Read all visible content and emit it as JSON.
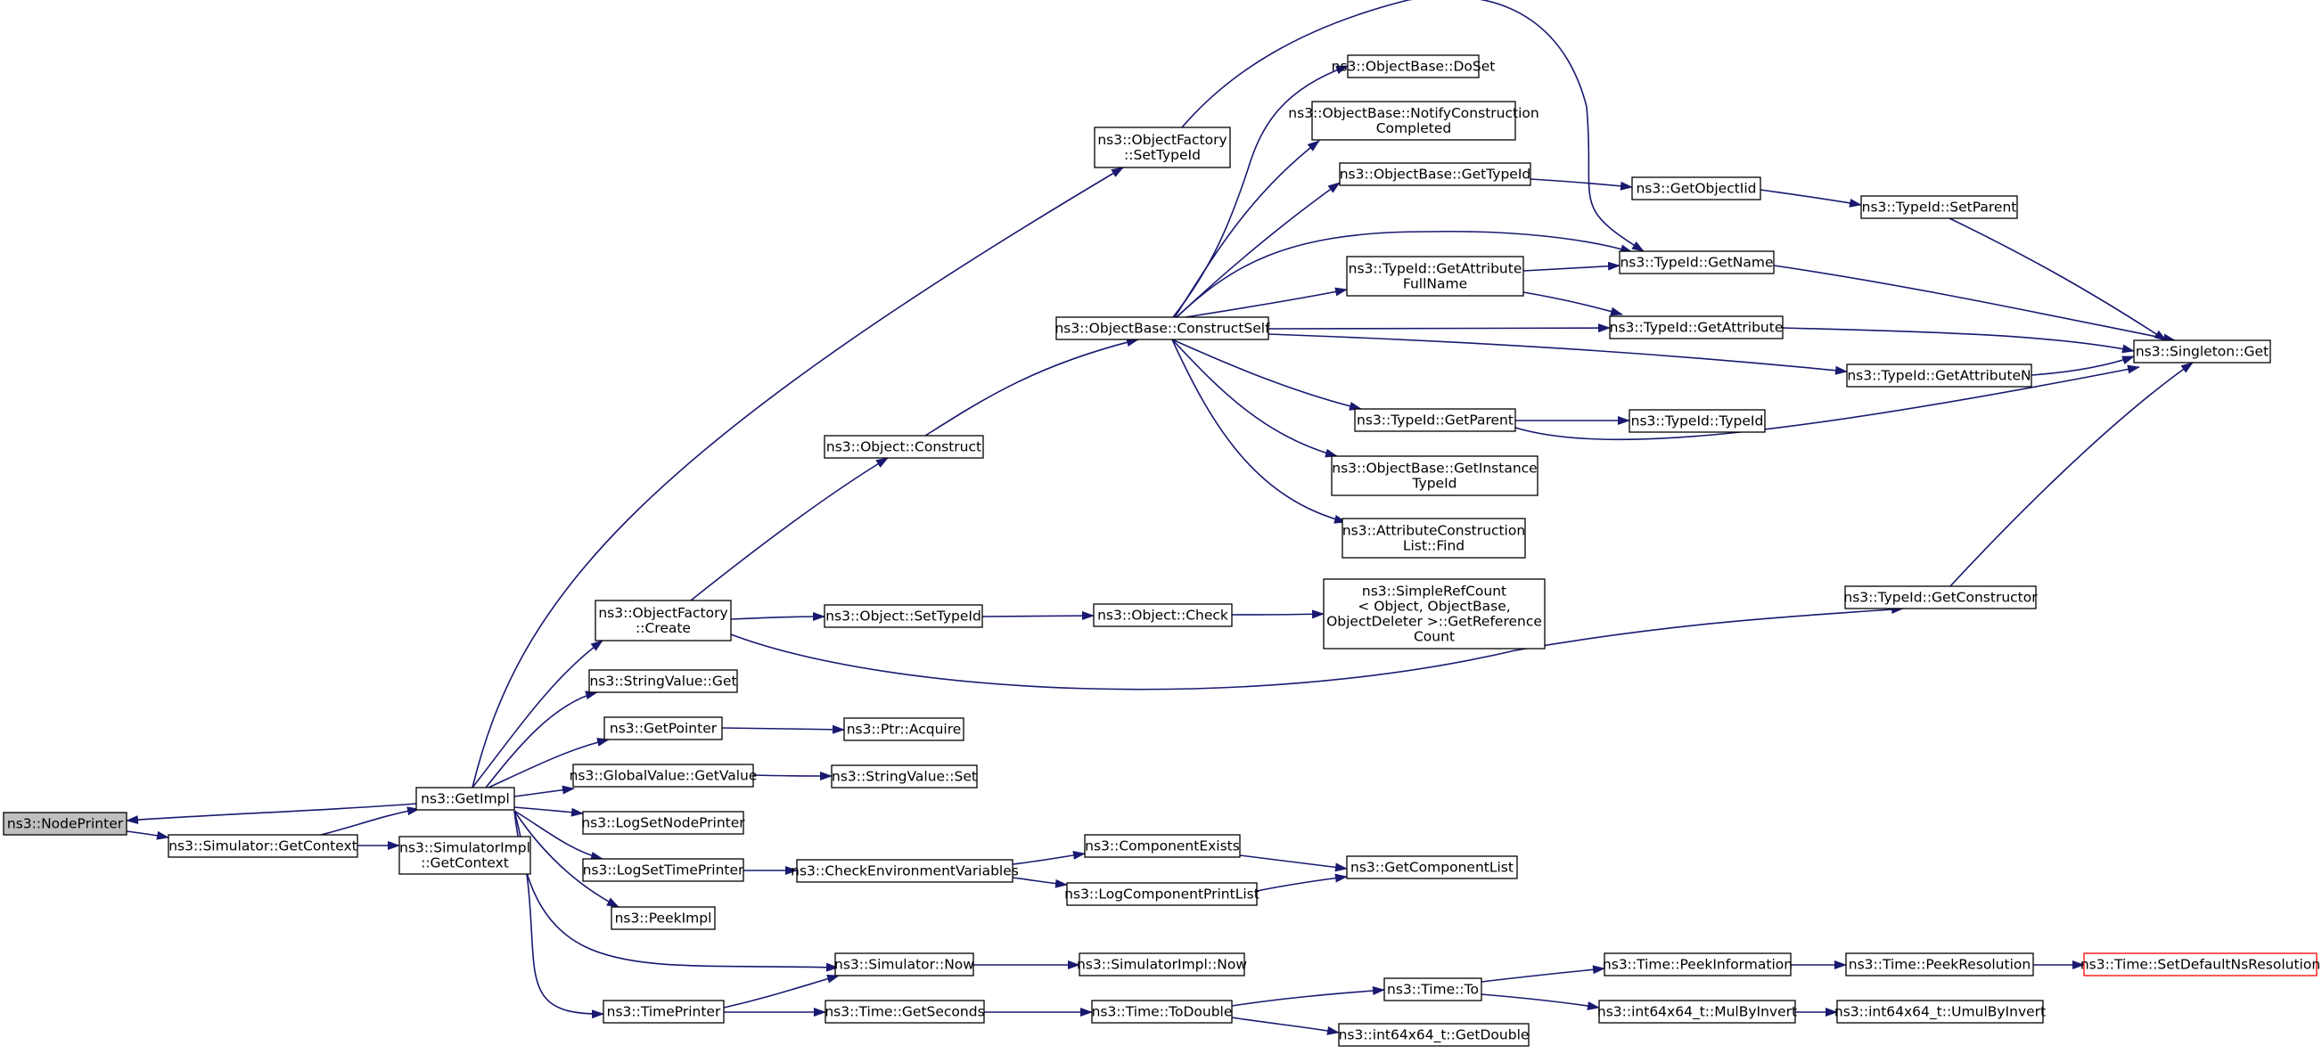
{
  "colors": {
    "edge": "#191970",
    "node_fill": "#ffffff",
    "node_stroke": "#000000",
    "root_fill": "#bfbfbf",
    "truncated_stroke": "#ff0000"
  },
  "nodes": [
    {
      "id": "node-printer",
      "lines": [
        "ns3::NodePrinter"
      ],
      "style": "root"
    },
    {
      "id": "simulator-get-context",
      "lines": [
        "ns3::Simulator::GetContext"
      ]
    },
    {
      "id": "get-impl",
      "lines": [
        "ns3::GetImpl"
      ]
    },
    {
      "id": "simulatorimpl-get-context",
      "lines": [
        "ns3::SimulatorImpl",
        "::GetContext"
      ]
    },
    {
      "id": "object-factory-set-type-id",
      "lines": [
        "ns3::ObjectFactory",
        "::SetTypeId"
      ]
    },
    {
      "id": "object-factory-create",
      "lines": [
        "ns3::ObjectFactory",
        "::Create"
      ]
    },
    {
      "id": "string-value-get",
      "lines": [
        "ns3::StringValue::Get"
      ]
    },
    {
      "id": "get-pointer",
      "lines": [
        "ns3::GetPointer"
      ]
    },
    {
      "id": "global-value-get-value",
      "lines": [
        "ns3::GlobalValue::GetValue"
      ]
    },
    {
      "id": "log-set-node-printer",
      "lines": [
        "ns3::LogSetNodePrinter"
      ]
    },
    {
      "id": "log-set-time-printer",
      "lines": [
        "ns3::LogSetTimePrinter"
      ]
    },
    {
      "id": "peek-impl",
      "lines": [
        "ns3::PeekImpl"
      ]
    },
    {
      "id": "time-printer",
      "lines": [
        "ns3::TimePrinter"
      ]
    },
    {
      "id": "object-construct",
      "lines": [
        "ns3::Object::Construct"
      ]
    },
    {
      "id": "object-set-type-id",
      "lines": [
        "ns3::Object::SetTypeId"
      ]
    },
    {
      "id": "ptr-acquire",
      "lines": [
        "ns3::Ptr::Acquire"
      ]
    },
    {
      "id": "string-value-set",
      "lines": [
        "ns3::StringValue::Set"
      ]
    },
    {
      "id": "check-environment-variables",
      "lines": [
        "ns3::CheckEnvironmentVariables"
      ]
    },
    {
      "id": "simulator-now",
      "lines": [
        "ns3::Simulator::Now"
      ]
    },
    {
      "id": "time-get-seconds",
      "lines": [
        "ns3::Time::GetSeconds"
      ]
    },
    {
      "id": "object-base-construct-self",
      "lines": [
        "ns3::ObjectBase::ConstructSelf"
      ]
    },
    {
      "id": "object-check",
      "lines": [
        "ns3::Object::Check"
      ]
    },
    {
      "id": "component-exists",
      "lines": [
        "ns3::ComponentExists"
      ]
    },
    {
      "id": "log-component-print-list",
      "lines": [
        "ns3::LogComponentPrintList"
      ]
    },
    {
      "id": "simulatorimpl-now",
      "lines": [
        "ns3::SimulatorImpl::Now"
      ]
    },
    {
      "id": "time-to-double",
      "lines": [
        "ns3::Time::ToDouble"
      ]
    },
    {
      "id": "object-base-do-set",
      "lines": [
        "ns3::ObjectBase::DoSet"
      ]
    },
    {
      "id": "object-base-notify-construction-completed",
      "lines": [
        "ns3::ObjectBase::NotifyConstruction",
        "Completed"
      ]
    },
    {
      "id": "object-base-get-type-id",
      "lines": [
        "ns3::ObjectBase::GetTypeId"
      ]
    },
    {
      "id": "type-id-get-attribute-full-name",
      "lines": [
        "ns3::TypeId::GetAttribute",
        "FullName"
      ]
    },
    {
      "id": "type-id-get-parent",
      "lines": [
        "ns3::TypeId::GetParent"
      ]
    },
    {
      "id": "object-base-get-instance-type-id",
      "lines": [
        "ns3::ObjectBase::GetInstance",
        "TypeId"
      ]
    },
    {
      "id": "attribute-construction-list-find",
      "lines": [
        "ns3::AttributeConstruction",
        "List::Find"
      ]
    },
    {
      "id": "simple-ref-count-get-reference-count",
      "lines": [
        "ns3::SimpleRefCount",
        "< Object, ObjectBase,",
        " ObjectDeleter >::GetReference",
        "Count"
      ]
    },
    {
      "id": "get-component-list",
      "lines": [
        "ns3::GetComponentList"
      ]
    },
    {
      "id": "time-to",
      "lines": [
        "ns3::Time::To"
      ]
    },
    {
      "id": "int64x64-get-double",
      "lines": [
        "ns3::int64x64_t::GetDouble"
      ]
    },
    {
      "id": "get-object-iid",
      "lines": [
        "ns3::GetObjectIid"
      ]
    },
    {
      "id": "type-id-get-name",
      "lines": [
        "ns3::TypeId::GetName"
      ]
    },
    {
      "id": "type-id-get-attribute",
      "lines": [
        "ns3::TypeId::GetAttribute"
      ]
    },
    {
      "id": "type-id-type-id",
      "lines": [
        "ns3::TypeId::TypeId"
      ]
    },
    {
      "id": "time-peek-information",
      "lines": [
        "ns3::Time::PeekInformation"
      ]
    },
    {
      "id": "int64x64-mul-by-invert",
      "lines": [
        "ns3::int64x64_t::MulByInvert"
      ]
    },
    {
      "id": "type-id-set-parent",
      "lines": [
        "ns3::TypeId::SetParent"
      ]
    },
    {
      "id": "type-id-get-attribute-n",
      "lines": [
        "ns3::TypeId::GetAttributeN"
      ]
    },
    {
      "id": "type-id-get-constructor",
      "lines": [
        "ns3::TypeId::GetConstructor"
      ]
    },
    {
      "id": "time-peek-resolution",
      "lines": [
        "ns3::Time::PeekResolution"
      ]
    },
    {
      "id": "int64x64-umul-by-invert",
      "lines": [
        "ns3::int64x64_t::UmulByInvert"
      ]
    },
    {
      "id": "singleton-get",
      "lines": [
        "ns3::Singleton::Get"
      ]
    },
    {
      "id": "time-set-default-ns-resolution",
      "lines": [
        "ns3::Time::SetDefaultNsResolution"
      ],
      "style": "truncated"
    }
  ]
}
